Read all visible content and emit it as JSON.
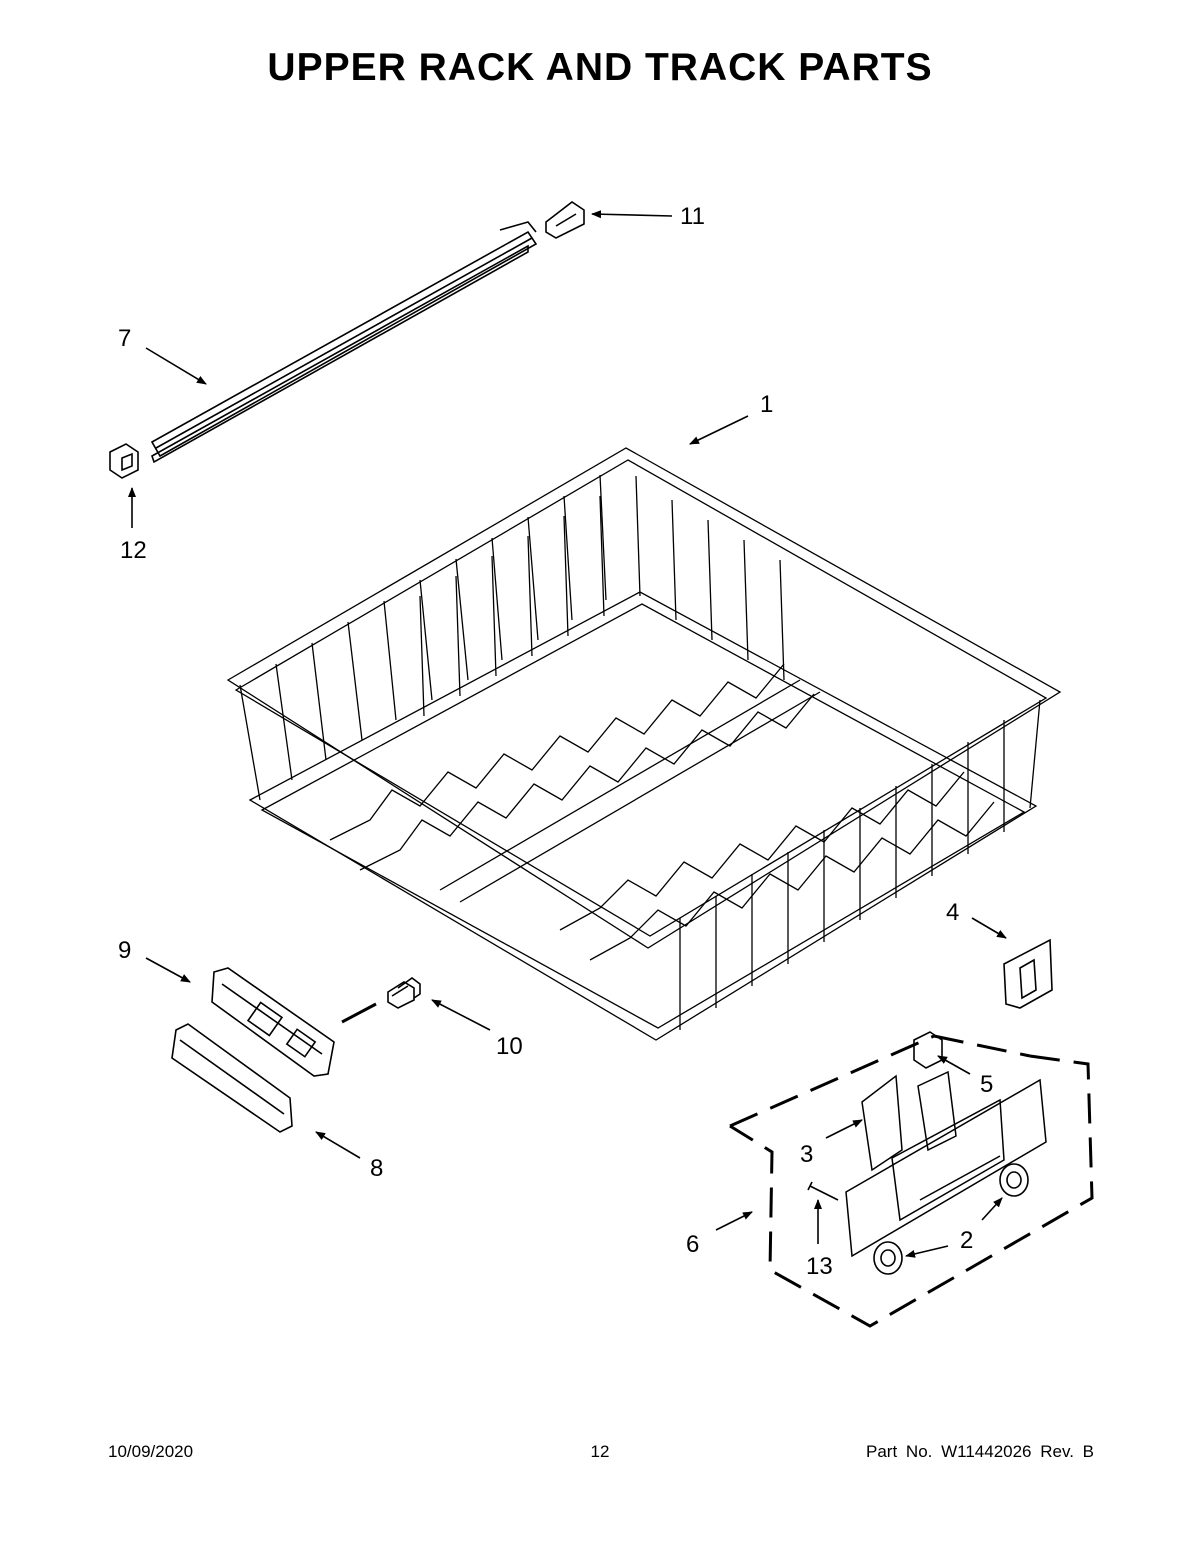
{
  "title": "UPPER RACK AND TRACK PARTS",
  "callouts": [
    "1",
    "2",
    "3",
    "4",
    "5",
    "6",
    "7",
    "8",
    "9",
    "10",
    "11",
    "12",
    "13"
  ],
  "footer": {
    "date": "10/09/2020",
    "page": "12",
    "part": "Part No.  W11442026  Rev.  B"
  }
}
